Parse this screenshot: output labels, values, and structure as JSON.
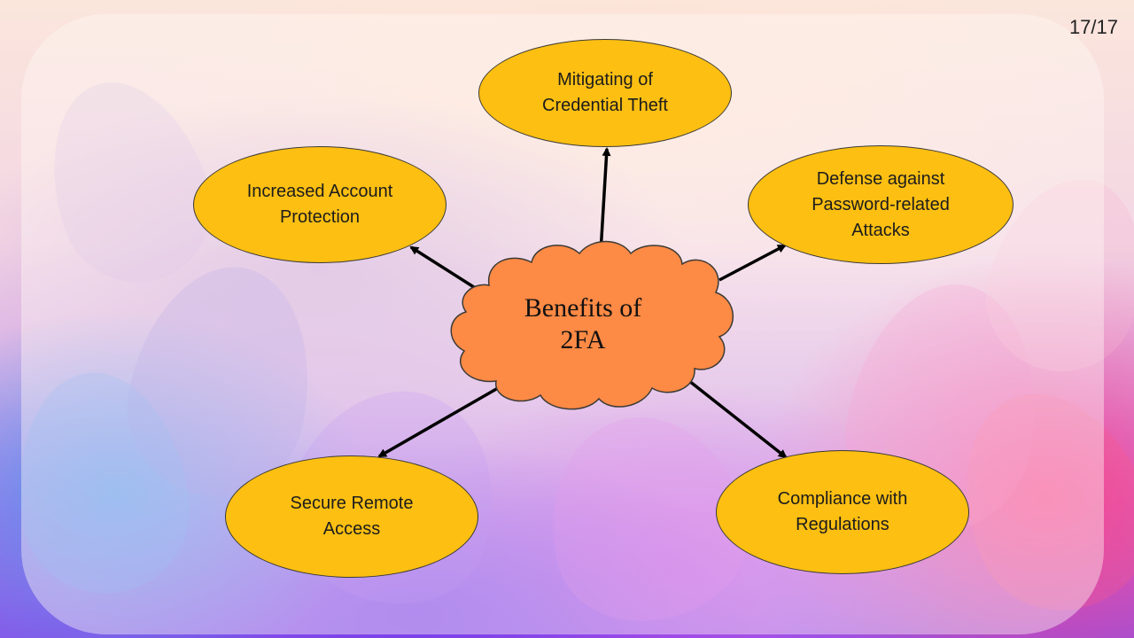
{
  "slide": {
    "page_number": "17/17"
  },
  "diagram": {
    "center": {
      "line1": "Benefits of",
      "line2": "2FA",
      "fill": "#fd8a45"
    },
    "node_fill": "#fcbf12",
    "arrow_color": "#000000",
    "nodes": [
      {
        "id": "mitigating",
        "line1": "Mitigating of",
        "line2": "Credential Theft"
      },
      {
        "id": "increased",
        "line1": "Increased Account",
        "line2": "Protection"
      },
      {
        "id": "defense",
        "line1": "Defense against",
        "line2": "Password-related",
        "line3": "Attacks"
      },
      {
        "id": "secure",
        "line1": "Secure Remote",
        "line2": "Access"
      },
      {
        "id": "compliance",
        "line1": "Compliance with",
        "line2": "Regulations"
      }
    ]
  }
}
